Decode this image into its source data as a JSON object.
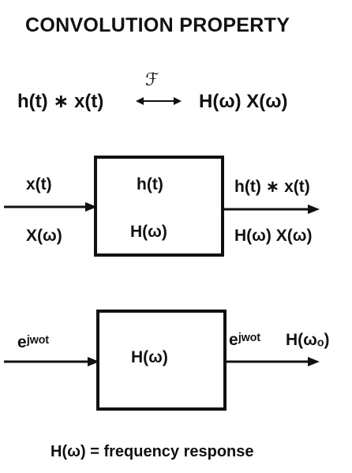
{
  "title": "CONVOLUTION PROPERTY",
  "equation": {
    "left": "h(t) ∗ x(t)",
    "transform_symbol": "ℱ",
    "right": "H(ω) X(ω)"
  },
  "diagram_top": {
    "input_time": "x(t)",
    "input_freq": "X(ω)",
    "box_time": "h(t)",
    "box_freq": "H(ω)",
    "output_time": "h(t) ∗ x(t)",
    "output_freq": "H(ω) X(ω)"
  },
  "diagram_bottom": {
    "input": "eʲʷᵒᵗ",
    "box": "H(ω)",
    "output_exp": "eʲʷᵒᵗ",
    "output_response": "H(ωₒ)"
  },
  "caption": "H(ω) = frequency response"
}
